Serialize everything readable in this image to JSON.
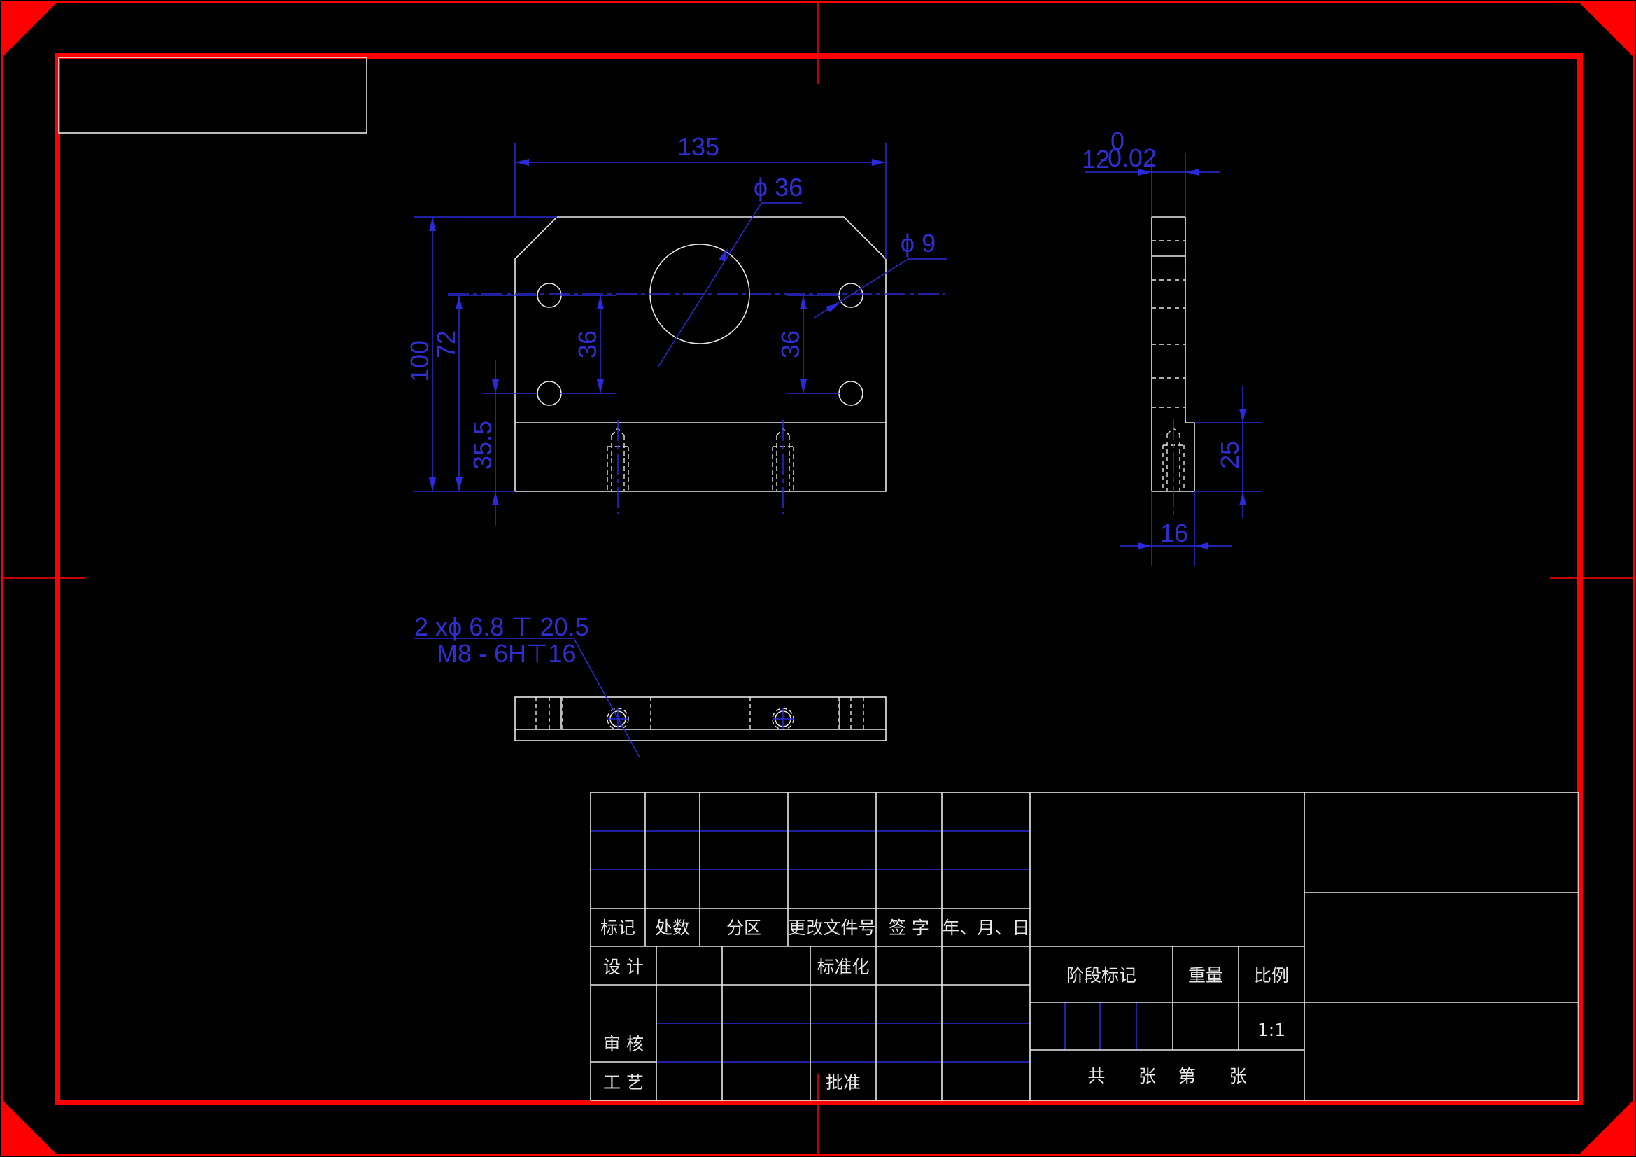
{
  "dimensions": {
    "width": "135",
    "height": "100",
    "height_holes": "72",
    "height_lower_hole": "35.5",
    "hole_spacing_left": "36",
    "hole_spacing_right": "36",
    "big_hole_dia": "ϕ 36",
    "small_hole_dia": "ϕ 9",
    "side_thickness": "12",
    "tol_upper": "0",
    "tol_lower": "-0.02",
    "side_step": "25",
    "side_width": "16",
    "thread_note_line1": "2 xϕ  6.8 ⊤ 20.5",
    "thread_note_line2": "M8 - 6H⊤16"
  },
  "title_block": {
    "headers": [
      "标记",
      "处数",
      "分区",
      "更改文件号",
      "签 字",
      "年、月、日"
    ],
    "design": "设 计",
    "standardization": "标准化",
    "review": "审 核",
    "process": "工 艺",
    "approve": "批准",
    "stage_mark": "阶段标记",
    "weight": "重量",
    "scale_label": "比例",
    "scale": "1:1",
    "sheets": "共      张    第      张"
  },
  "colors": {
    "frame": "#ff0000",
    "geometry": "#e8e8e8",
    "dimension": "#2a2ad8",
    "background": "#000000"
  }
}
